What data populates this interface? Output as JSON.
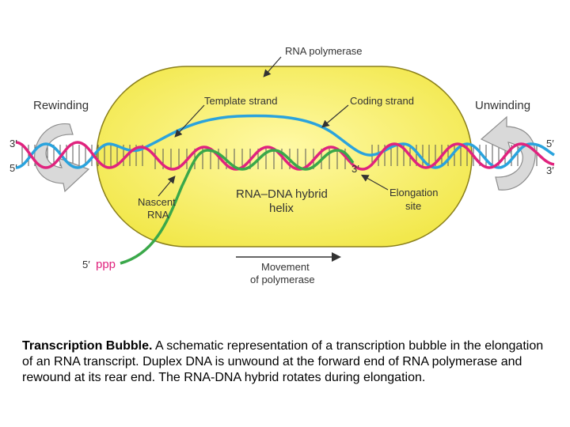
{
  "diagram": {
    "labels": {
      "rna_polymerase": "RNA polymerase",
      "rewinding": "Rewinding",
      "unwinding": "Unwinding",
      "template_strand": "Template strand",
      "coding_strand": "Coding strand",
      "left_top_end": "3′",
      "left_bottom_end": "5′",
      "right_top_end": "5′",
      "right_bottom_end": "3′",
      "rna_3prime": "3′",
      "nascent_rna_line1": "Nascent",
      "nascent_rna_line2": "RNA",
      "hybrid_line1": "RNA–DNA hybrid",
      "hybrid_line2": "helix",
      "elongation_line1": "Elongation",
      "elongation_line2": "site",
      "five_prime_ppp_prime": "5′",
      "five_prime_ppp_ppp": "ppp",
      "movement_line1": "Movement",
      "movement_line2": "of polymerase"
    },
    "colors": {
      "polymerase_fill": "#f7ef6a",
      "polymerase_stroke": "#8a7f1a",
      "template_strand": "#e0237e",
      "coding_strand": "#2aa3dd",
      "rna": "#3aa84a",
      "ppp": "#e0237e",
      "arrow": "#b9b9b9"
    }
  },
  "caption": {
    "title": "Transcription Bubble.",
    "text": "A schematic representation of a transcription bubble in the elongation of an RNA transcript. Duplex DNA is unwound at the forward end of RNA polymerase and rewound at its rear end. The RNA-DNA hybrid rotates during elongation."
  }
}
